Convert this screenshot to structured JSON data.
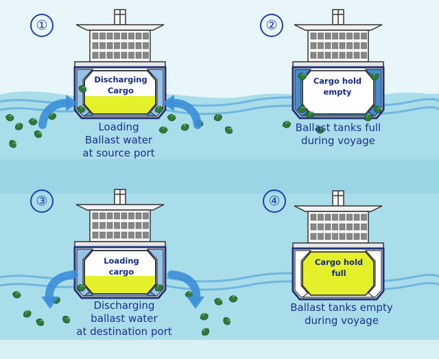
{
  "colors": {
    "sky": "#e8f6fa",
    "sea": "#a8dde9",
    "sea_deep": "#8fd1e2",
    "wave": "#3f97d5",
    "hull_outline": "#1e3278",
    "ballast_water": "#3f8fd7",
    "cargo": "#e3f02a",
    "weed": "#2f7a3a",
    "text_blue": "#1b2f8c"
  },
  "panels": [
    {
      "number": "①",
      "hull_label": [
        "Discharging",
        "Cargo"
      ],
      "caption": [
        "Loading",
        "Ballast water",
        "at source port"
      ],
      "cargo_fill": "low",
      "ballast_state": "filling",
      "arrows": "inward"
    },
    {
      "number": "②",
      "hull_label": [
        "Cargo hold",
        "empty"
      ],
      "caption": [
        "Ballast tanks full",
        "during voyage"
      ],
      "cargo_fill": "none",
      "ballast_state": "full",
      "arrows": "none"
    },
    {
      "number": "③",
      "hull_label": [
        "Loading",
        "cargo"
      ],
      "caption": [
        "Discharging",
        "ballast water",
        "at destination port"
      ],
      "cargo_fill": "low",
      "ballast_state": "draining",
      "arrows": "outward"
    },
    {
      "number": "④",
      "hull_label": [
        "Cargo hold",
        "full"
      ],
      "caption": [
        "Ballast tanks empty",
        "during voyage"
      ],
      "cargo_fill": "full",
      "ballast_state": "empty",
      "arrows": "none"
    }
  ]
}
